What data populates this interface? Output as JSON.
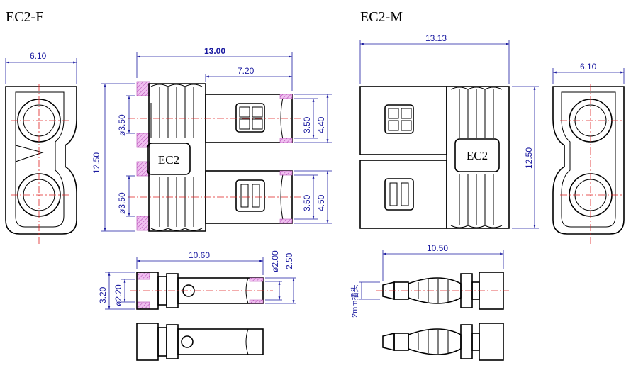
{
  "titles": {
    "female": "EC2-F",
    "male": "EC2-M"
  },
  "labels": {
    "female_body": "EC2",
    "male_body": "EC2"
  },
  "dims": {
    "f_front_width": "6.10",
    "f_length": "13.00",
    "f_inner_length": "7.20",
    "f_height": "12.50",
    "f_hole_top": "ø3.50",
    "f_hole_bottom": "ø3.50",
    "f_bore_top_inner": "3.50",
    "f_bore_top_outer": "4.40",
    "f_bore_bottom_inner": "3.50",
    "f_bore_bottom_outer": "4.50",
    "f_pin_length": "10.60",
    "f_pin_d1": "ø2.00",
    "f_pin_d2": "2.50",
    "f_pin_h1": "3.20",
    "f_pin_h2": "ø2.20",
    "m_length": "13.13",
    "m_height": "12.50",
    "m_front_width": "6.10",
    "m_pin_length": "10.50",
    "m_plug_note": "2mm插头"
  },
  "colors": {
    "dimension": "#1a1aa0",
    "centerline": "#e02020",
    "section_fill": "#e8b0e8"
  }
}
